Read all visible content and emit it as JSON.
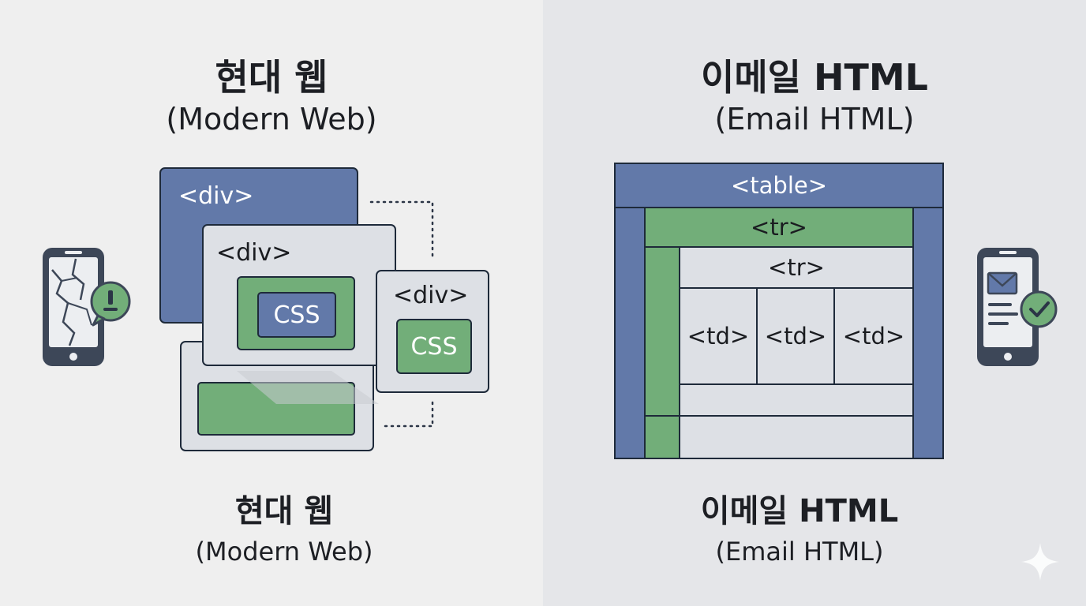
{
  "left_panel": {
    "title": "현대 웹",
    "subtitle": "(Modern Web)",
    "boxes": {
      "div_outer": "<div>",
      "div_middle": "<div>",
      "css_inner": "CSS",
      "div_right": "<div>",
      "css_right": "CSS"
    },
    "caption_title": "현대 웹",
    "caption_subtitle": "(Modern Web)",
    "background": "#efefef"
  },
  "right_panel": {
    "title": "이메일 HTML",
    "subtitle": "(Email HTML)",
    "table": {
      "table_label": "<table>",
      "row1_label": "<tr>",
      "row2_label": "<tr>",
      "cells": [
        "<td>",
        "<td>",
        "<td>"
      ]
    },
    "caption_title": "이메일 HTML",
    "caption_subtitle": "(Email HTML)",
    "background": "#e5e6e9"
  },
  "colors": {
    "blue": "#6279a9",
    "green": "#72ae79",
    "grey": "#dde0e5",
    "outline": "#1e2a3a"
  },
  "icons": {
    "left": "broken-phone-icon",
    "left_badge": "warning-badge-icon",
    "right": "phone-email-icon",
    "right_badge": "check-badge-icon",
    "corner": "sparkle-icon"
  }
}
